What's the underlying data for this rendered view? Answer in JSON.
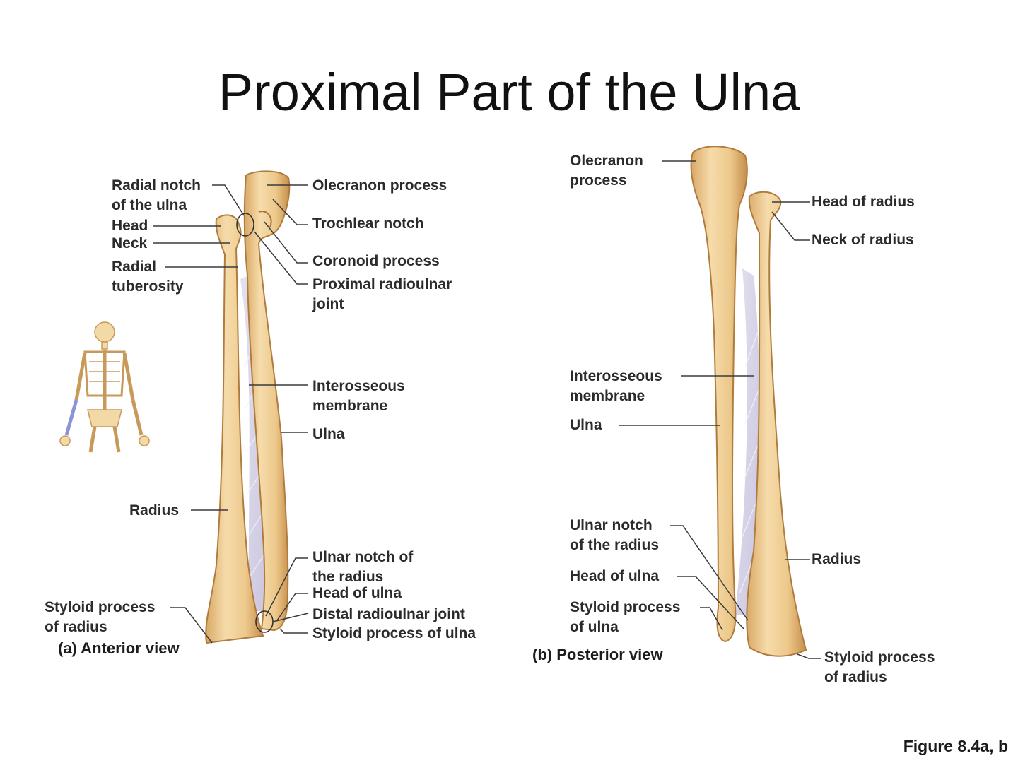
{
  "title": "Proximal Part of the Ulna",
  "figure_ref": "Figure 8.4a, b",
  "colors": {
    "bone": "#ecc88a",
    "bone_shade": "#c9934f",
    "membrane": "#d6d2e8",
    "leader": "#3a3a3a"
  },
  "anterior": {
    "caption": "(a) Anterior view",
    "labels": {
      "radial_notch": "Radial notch\nof the ulna",
      "head": "Head",
      "neck": "Neck",
      "radial_tuberosity": "Radial\ntuberosity",
      "olecranon": "Olecranon process",
      "trochlear_notch": "Trochlear notch",
      "coronoid": "Coronoid process",
      "prox_radioulnar": "Proximal radioulnar\njoint",
      "interosseous": "Interosseous\nmembrane",
      "ulna": "Ulna",
      "radius": "Radius",
      "ulnar_notch": "Ulnar notch of\nthe radius",
      "head_ulna": "Head of ulna",
      "distal_radioulnar": "Distal radioulnar joint",
      "styloid_ulna": "Styloid process of ulna",
      "styloid_radius": "Styloid process\nof radius"
    }
  },
  "posterior": {
    "caption": "(b) Posterior view",
    "labels": {
      "olecranon": "Olecranon\nprocess",
      "head_radius": "Head of radius",
      "neck_radius": "Neck of radius",
      "interosseous": "Interosseous\nmembrane",
      "ulna": "Ulna",
      "ulnar_notch": "Ulnar notch\nof the radius",
      "head_ulna": "Head of ulna",
      "styloid_ulna": "Styloid process\nof ulna",
      "radius": "Radius",
      "styloid_radius": "Styloid process\nof radius"
    }
  }
}
